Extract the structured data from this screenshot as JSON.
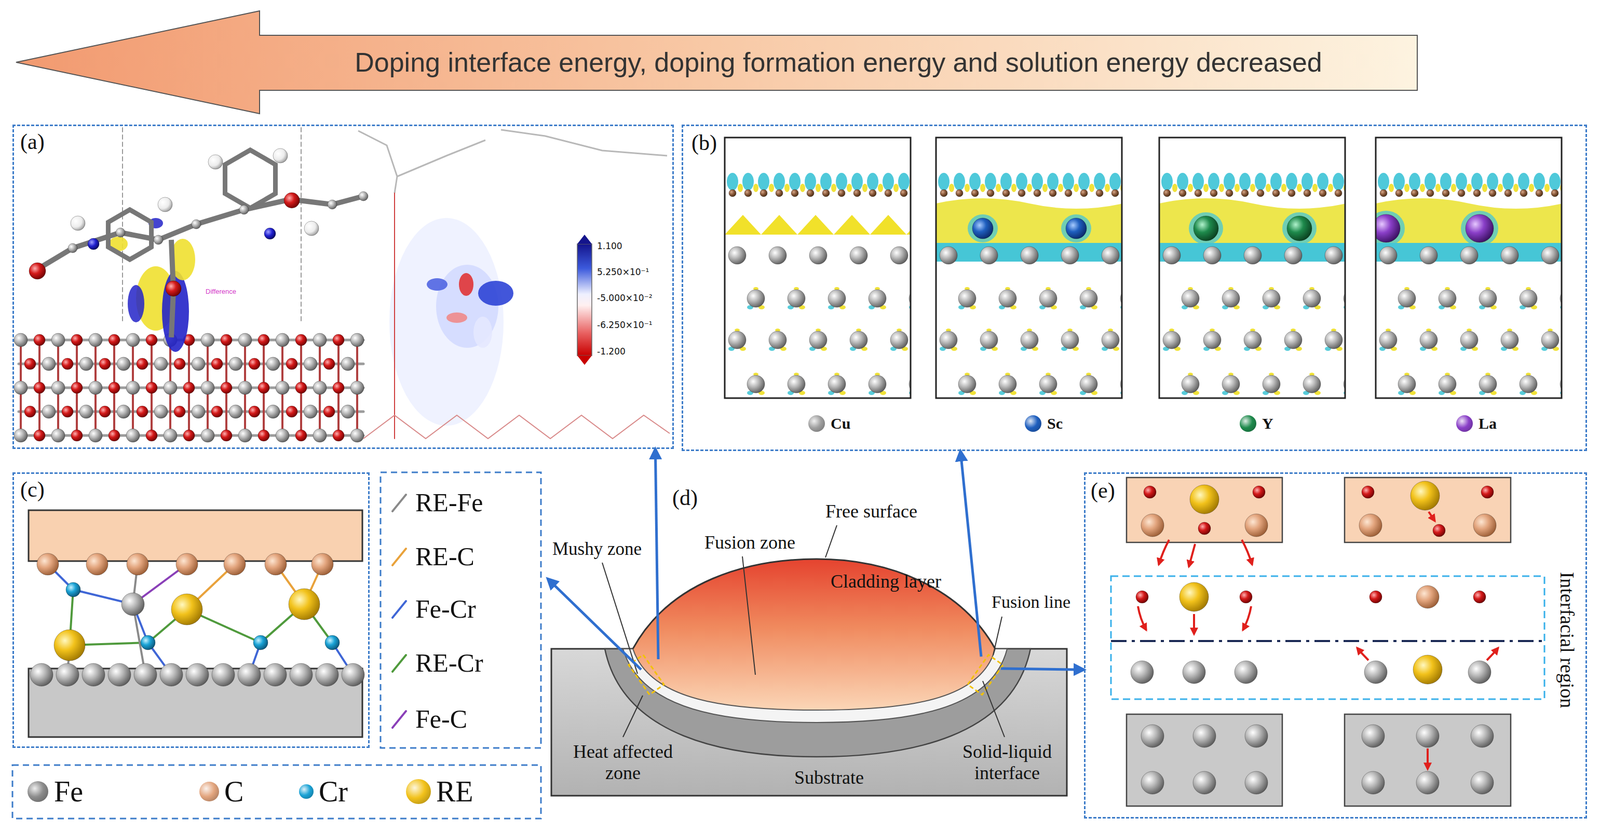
{
  "diagram": {
    "nodes": [
      {
        "text": [
          "Doping interface energy, doping formation energy and solution energy decreased"
        ]
      },
      {
        "text": [
          "(a)"
        ]
      },
      {
        "text": [
          "(b)"
        ]
      },
      {
        "text": [
          "(c)"
        ]
      },
      {
        "text": [
          "(d)"
        ]
      },
      {
        "text": [
          "(e)",
          "Interfacial region"
        ]
      }
    ],
    "edges": [
      {
        "from": 4,
        "to": 1,
        "arrow": "to"
      },
      {
        "from": 4,
        "to": 2,
        "arrow": "to"
      },
      {
        "from": 4,
        "to": 3,
        "arrow": "to"
      },
      {
        "from": 4,
        "to": 5,
        "arrow": "to"
      }
    ],
    "labels": [
      "1.100",
      "5.250×10⁻¹",
      "-5.000×10⁻²",
      "-6.250×10⁻¹",
      "-1.200",
      "Difference",
      "Free surface",
      "Fusion zone",
      "Cladding layer",
      "Mushy zone",
      "Fusion line",
      "Heat affected zone",
      "Substrate",
      "Solid-liquid interface"
    ],
    "legend": [
      {
        "text": "Cu",
        "color": "#a0a0a0"
      },
      {
        "text": "Sc",
        "color": "#1f5fbf"
      },
      {
        "text": "Y",
        "color": "#1e8a4c"
      },
      {
        "text": "La",
        "color": "#8a3fc8"
      },
      {
        "text": "RE-Fe"
      },
      {
        "text": "RE-C"
      },
      {
        "text": "Fe-Cr"
      },
      {
        "text": "RE-Cr"
      },
      {
        "text": "Fe-C"
      },
      {
        "text": "Fe",
        "color": "#8c8c8c"
      },
      {
        "text": "C",
        "color": "#e3a57e"
      },
      {
        "text": "Cr",
        "color": "#1aa3d6"
      },
      {
        "text": "RE",
        "color": "#f2c21b"
      }
    ]
  }
}
